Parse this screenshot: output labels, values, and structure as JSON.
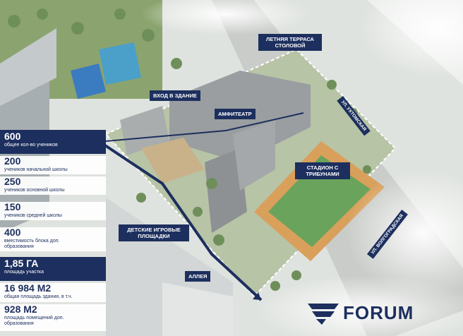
{
  "stats": [
    {
      "value": "600",
      "label": "общее кол-во учеников",
      "style": "dark"
    },
    {
      "value": "200",
      "label": "учеников начальной школы",
      "style": "light"
    },
    {
      "value": "250",
      "label": "учеников основной школы",
      "style": "light"
    },
    {
      "value": "150",
      "label": "учеников средней школы",
      "style": "light"
    },
    {
      "value": "400",
      "label": "вместимость блока доп. образования",
      "style": "light"
    },
    {
      "value": "1,85 ГА",
      "label": "площадь участка",
      "style": "dark"
    },
    {
      "value": "16 984 М2",
      "label": "общая площадь  здания, в т.ч.",
      "style": "light"
    },
    {
      "value": "928 М2",
      "label": "площадь помещений доп. образования",
      "style": "light"
    }
  ],
  "callouts": {
    "summer_terrace": "ЛЕТНЯЯ ТЕРРАСА СТОЛОВОЙ",
    "entrance": "ВХОД В ЗДАНИЕ",
    "amphitheater": "АМФИТЕАТР",
    "stadium": "СТАДИОН С ТРИБУНАМИ",
    "playgrounds": "ДЕТСКИЕ ИГРОВЫЕ ПЛОЩАДКИ",
    "alley": "АЛЛЕЯ"
  },
  "streets": {
    "ukhtomskaya": "УЛ. УХТОМСКАЯ",
    "volgogradskaya": "УЛ. ВОЛГОГРАДСКАЯ"
  },
  "logo": {
    "text": "FORUM"
  },
  "colors": {
    "brand": "#1d2f5e",
    "track": "#d9a05c",
    "field": "#6aa35c",
    "tree": "#6f8f5a"
  }
}
